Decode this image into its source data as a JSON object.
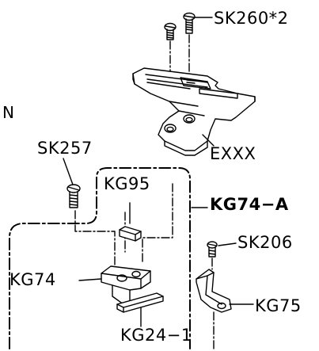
{
  "labels": {
    "n": "N",
    "sk260": "SK260*2",
    "exxx": "EXXX",
    "sk257": "SK257",
    "kg95": "KG95",
    "kg74a": "KG74−A",
    "sk206": "SK206",
    "kg74": "KG74",
    "kg75": "KG75",
    "kg241": "KG24−1"
  },
  "colors": {
    "ink": "#000000",
    "background": "#ffffff"
  }
}
